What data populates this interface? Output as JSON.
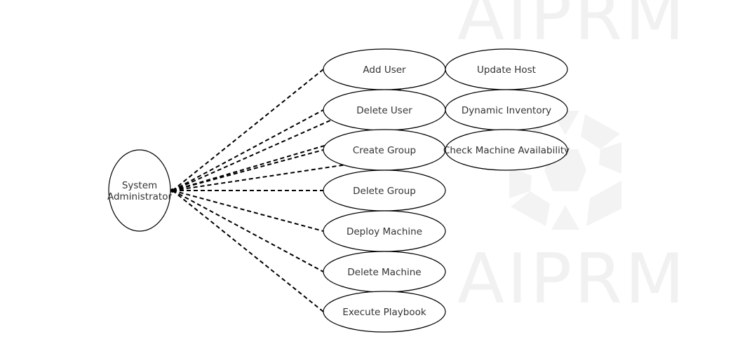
{
  "watermark": {
    "text_top": "AIPRM",
    "text_bottom": "AIPRM",
    "color": "#f1f1f1"
  },
  "actor": {
    "line1": "System",
    "line2": "Administrator"
  },
  "use_cases": [
    {
      "id": "add-user",
      "label": "Add User"
    },
    {
      "id": "delete-user",
      "label": "Delete User"
    },
    {
      "id": "create-group",
      "label": "Create Group"
    },
    {
      "id": "delete-group",
      "label": "Delete Group"
    },
    {
      "id": "deploy-machine",
      "label": "Deploy Machine"
    },
    {
      "id": "delete-machine",
      "label": "Delete Machine"
    },
    {
      "id": "execute-playbook",
      "label": "Execute Playbook"
    },
    {
      "id": "update-host",
      "label": "Update Host"
    },
    {
      "id": "dynamic-inventory",
      "label": "Dynamic Inventory"
    },
    {
      "id": "check-machine-availability",
      "label": "Check Machine Availability"
    }
  ],
  "edges": [
    {
      "from": "actor",
      "to": "add-user"
    },
    {
      "from": "actor",
      "to": "delete-user"
    },
    {
      "from": "actor",
      "to": "create-group"
    },
    {
      "from": "actor",
      "to": "delete-group"
    },
    {
      "from": "actor",
      "to": "deploy-machine"
    },
    {
      "from": "actor",
      "to": "delete-machine"
    },
    {
      "from": "actor",
      "to": "execute-playbook"
    },
    {
      "from": "actor",
      "to": "update-host"
    },
    {
      "from": "actor",
      "to": "dynamic-inventory"
    },
    {
      "from": "actor",
      "to": "check-machine-availability"
    }
  ]
}
